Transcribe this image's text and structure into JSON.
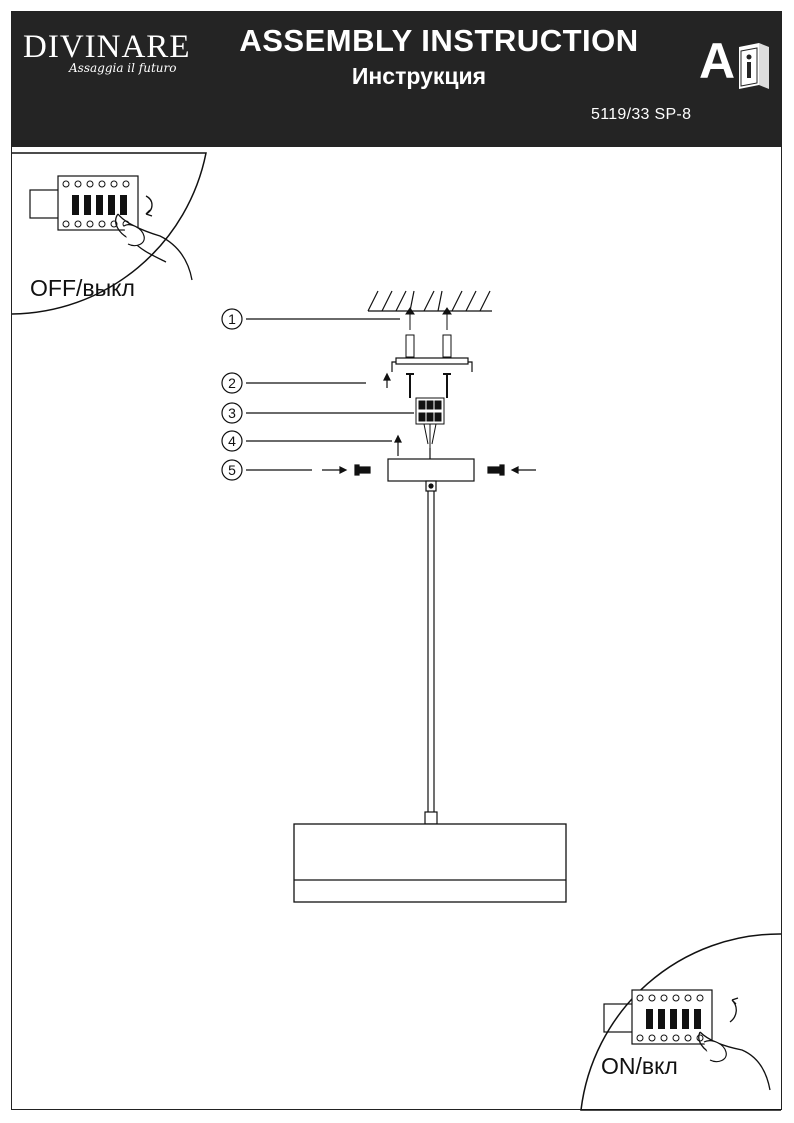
{
  "header": {
    "brand": "DIVINARE",
    "tagline": "Assaggia il futuro",
    "title": "ASSEMBLY INSTRUCTION",
    "subtitle": "Инструкция",
    "model": "5119/33 SP-8",
    "logo_letter": "A"
  },
  "switch_off": {
    "label": "OFF/выкл"
  },
  "switch_on": {
    "label": "ON/вкл"
  },
  "steps": [
    "1",
    "2",
    "3",
    "4",
    "5"
  ],
  "colors": {
    "header_bg": "#242424",
    "line": "#111111",
    "background": "#ffffff"
  },
  "icons": [
    "instruction-book-icon",
    "hand-icon",
    "circuit-breaker-icon",
    "rotate-arrow-icon"
  ]
}
